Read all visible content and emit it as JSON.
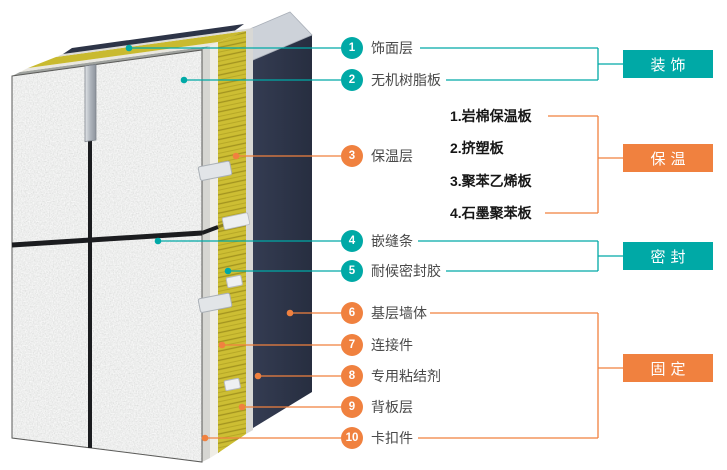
{
  "diagram": {
    "callouts": [
      {
        "num": "1",
        "label": "饰面层",
        "group": "decoration",
        "color": "#00a9a6"
      },
      {
        "num": "2",
        "label": "无机树脂板",
        "group": "decoration",
        "color": "#00a9a6"
      },
      {
        "num": "3",
        "label": "保温层",
        "group": "insulation",
        "color": "#f0813f"
      },
      {
        "num": "4",
        "label": "嵌缝条",
        "group": "sealing",
        "color": "#00a9a6"
      },
      {
        "num": "5",
        "label": "耐候密封胶",
        "group": "sealing",
        "color": "#00a9a6"
      },
      {
        "num": "6",
        "label": "基层墙体",
        "group": "fixing",
        "color": "#f0813f"
      },
      {
        "num": "7",
        "label": "连接件",
        "group": "fixing",
        "color": "#f0813f"
      },
      {
        "num": "8",
        "label": "专用粘结剂",
        "group": "fixing",
        "color": "#f0813f"
      },
      {
        "num": "9",
        "label": "背板层",
        "group": "fixing",
        "color": "#f0813f"
      },
      {
        "num": "10",
        "label": "卡扣件",
        "group": "fixing",
        "color": "#f0813f"
      }
    ],
    "insulation_types": [
      "1.岩棉保温板",
      "2.挤塑板",
      "3.聚苯乙烯板",
      "4.石墨聚苯板"
    ],
    "categories": [
      {
        "label": "装饰",
        "color": "#00a9a6"
      },
      {
        "label": "保温",
        "color": "#f0813f"
      },
      {
        "label": "密封",
        "color": "#00a9a6"
      },
      {
        "label": "固定",
        "color": "#f0813f"
      }
    ],
    "colors": {
      "teal": "#00a9a6",
      "orange": "#f0813f"
    }
  }
}
